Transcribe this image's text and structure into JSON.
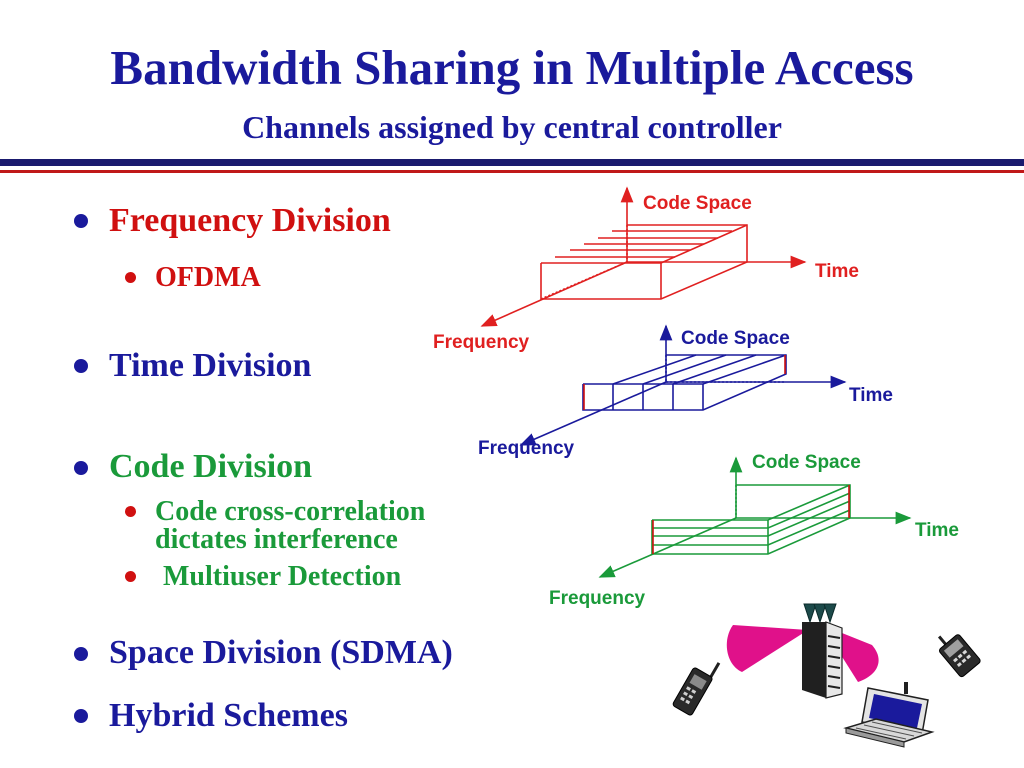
{
  "title": "Bandwidth Sharing in Multiple Access",
  "subtitle": "Channels assigned by central controller",
  "bullets": {
    "freq": "Frequency Division",
    "ofdma": "OFDMA",
    "time": "Time Division",
    "code": "Code Division",
    "code_sub1_line1": "Code cross-correlation",
    "code_sub1_line2": "dictates interference",
    "code_sub2": "Multiuser Detection",
    "space": "Space Division (SDMA)",
    "hybrid": "Hybrid Schemes"
  },
  "diagrams": {
    "freq": {
      "code_space": "Code Space",
      "time": "Time",
      "frequency": "Frequency",
      "color": "#e02020"
    },
    "time": {
      "code_space": "Code Space",
      "time": "Time",
      "frequency": "Frequency",
      "color": "#1a1a9c"
    },
    "code": {
      "code_space": "Code Space",
      "time": "Time",
      "frequency": "Frequency",
      "color": "#1a9a3a"
    }
  },
  "colors": {
    "title": "#1a1a9c",
    "red": "#d01010",
    "green": "#1a9a3a",
    "beam": "#e0118a"
  },
  "icons": [
    "cell-tower-icon",
    "antenna-icon",
    "radio-handset-icon",
    "flip-phone-icon",
    "laptop-icon"
  ]
}
